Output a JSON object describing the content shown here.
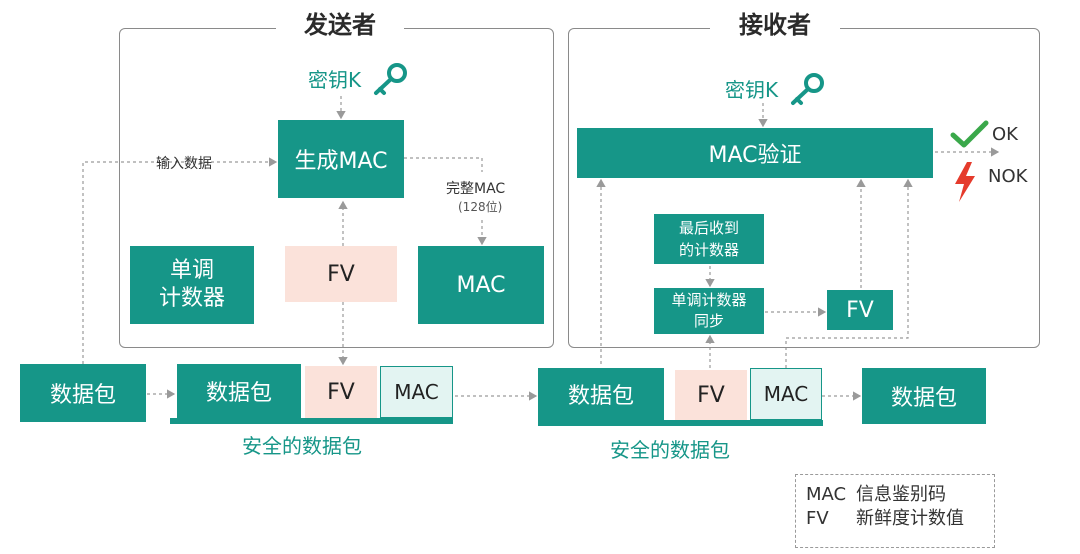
{
  "sender": {
    "title": "发送者",
    "key_label": "密钥K",
    "input_label": "输入数据",
    "gen_mac": "生成MAC",
    "full_mac": "完整MAC",
    "full_mac_bits": "(128位)",
    "counter": "单调\n计数器",
    "fv": "FV",
    "mac": "MAC"
  },
  "receiver": {
    "title": "接收者",
    "key_label": "密钥K",
    "verify": "MAC验证",
    "ok": "OK",
    "nok": "NOK",
    "last_counter": "最后收到\n的计数器",
    "sync_counter": "单调计数器\n同步",
    "fv": "FV"
  },
  "flow": {
    "packet": "数据包",
    "fv": "FV",
    "mac": "MAC",
    "secure_packet": "安全的数据包"
  },
  "legend": [
    {
      "key": "MAC",
      "desc": "信息鉴别码"
    },
    {
      "key": "FV",
      "desc": "新鲜度计数值"
    }
  ],
  "colors": {
    "teal": "#169688",
    "fv_fill": "#fbe2da",
    "mac_fill": "#e3f4f2",
    "ok": "#3aa84a",
    "nok": "#e53b2c"
  }
}
